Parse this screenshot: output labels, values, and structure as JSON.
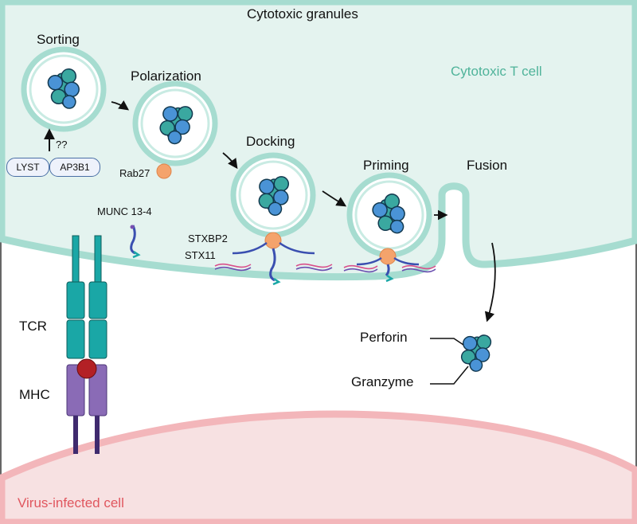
{
  "labels": {
    "cytotoxic_granules": "Cytotoxic granules",
    "cytotoxic_t_cell": "Cytotoxic T cell",
    "virus_infected_cell": "Virus-infected cell",
    "sorting": "Sorting",
    "polarization": "Polarization",
    "docking": "Docking",
    "priming": "Priming",
    "fusion": "Fusion",
    "unknown": "??",
    "lyst": "LYST",
    "ap3b1": "AP3B1",
    "rab27": "Rab27",
    "munc13_4": "MUNC 13-4",
    "stxbp2": "STXBP2",
    "stx11": "STX11",
    "tcr": "TCR",
    "mhc": "MHC",
    "perforin": "Perforin",
    "granzyme": "Granzyme"
  },
  "colors": {
    "t_cell_fill": "#e4f3ef",
    "t_cell_membrane": "#a6dcd0",
    "infected_cell_fill": "#f7e1e2",
    "infected_cell_membrane": "#f3b6ba",
    "t_cell_label": "#4fb39a",
    "infected_label": "#e0565e",
    "granule_blue": "#4a93d6",
    "granule_teal": "#3aa8a0",
    "rab27": "#f4a36c",
    "tcr": "#1aa7a6",
    "mhc": "#8a6bb6",
    "peptide": "#b32025"
  }
}
